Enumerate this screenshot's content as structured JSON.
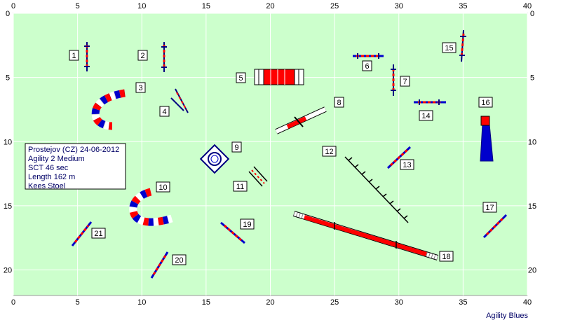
{
  "axis": {
    "x_ticks": [
      "0",
      "5",
      "10",
      "15",
      "20",
      "25",
      "30",
      "35",
      "40"
    ],
    "y_ticks": [
      "0",
      "5",
      "10",
      "15",
      "20"
    ]
  },
  "info": {
    "line1": "Prostejov (CZ) 24-06-2012",
    "line2": "Agility 2 Medium",
    "line3": "SCT 46 sec",
    "line4": "Length 162 m",
    "line5": "Kees Stoel"
  },
  "credit": "Agility Blues",
  "colors": {
    "field": "#ccffcc",
    "grid": "#ffffff",
    "red": "#ff0000",
    "blue": "#0000cc",
    "navy": "#000080"
  },
  "obstacles": [
    {
      "number": "1",
      "kind": "jump"
    },
    {
      "number": "2",
      "kind": "jump"
    },
    {
      "number": "3",
      "kind": "tunnel"
    },
    {
      "number": "4",
      "kind": "jump"
    },
    {
      "number": "5",
      "kind": "tunnel"
    },
    {
      "number": "6",
      "kind": "jump"
    },
    {
      "number": "7",
      "kind": "jump"
    },
    {
      "number": "8",
      "kind": "seesaw"
    },
    {
      "number": "9",
      "kind": "tire"
    },
    {
      "number": "10",
      "kind": "tunnel"
    },
    {
      "number": "11",
      "kind": "jump"
    },
    {
      "number": "12",
      "kind": "weave-poles"
    },
    {
      "number": "13",
      "kind": "jump"
    },
    {
      "number": "14",
      "kind": "jump"
    },
    {
      "number": "15",
      "kind": "jump"
    },
    {
      "number": "16",
      "kind": "collapsed-tunnel"
    },
    {
      "number": "17",
      "kind": "jump"
    },
    {
      "number": "18",
      "kind": "dog-walk"
    },
    {
      "number": "19",
      "kind": "jump"
    },
    {
      "number": "20",
      "kind": "jump"
    },
    {
      "number": "21",
      "kind": "jump"
    }
  ]
}
